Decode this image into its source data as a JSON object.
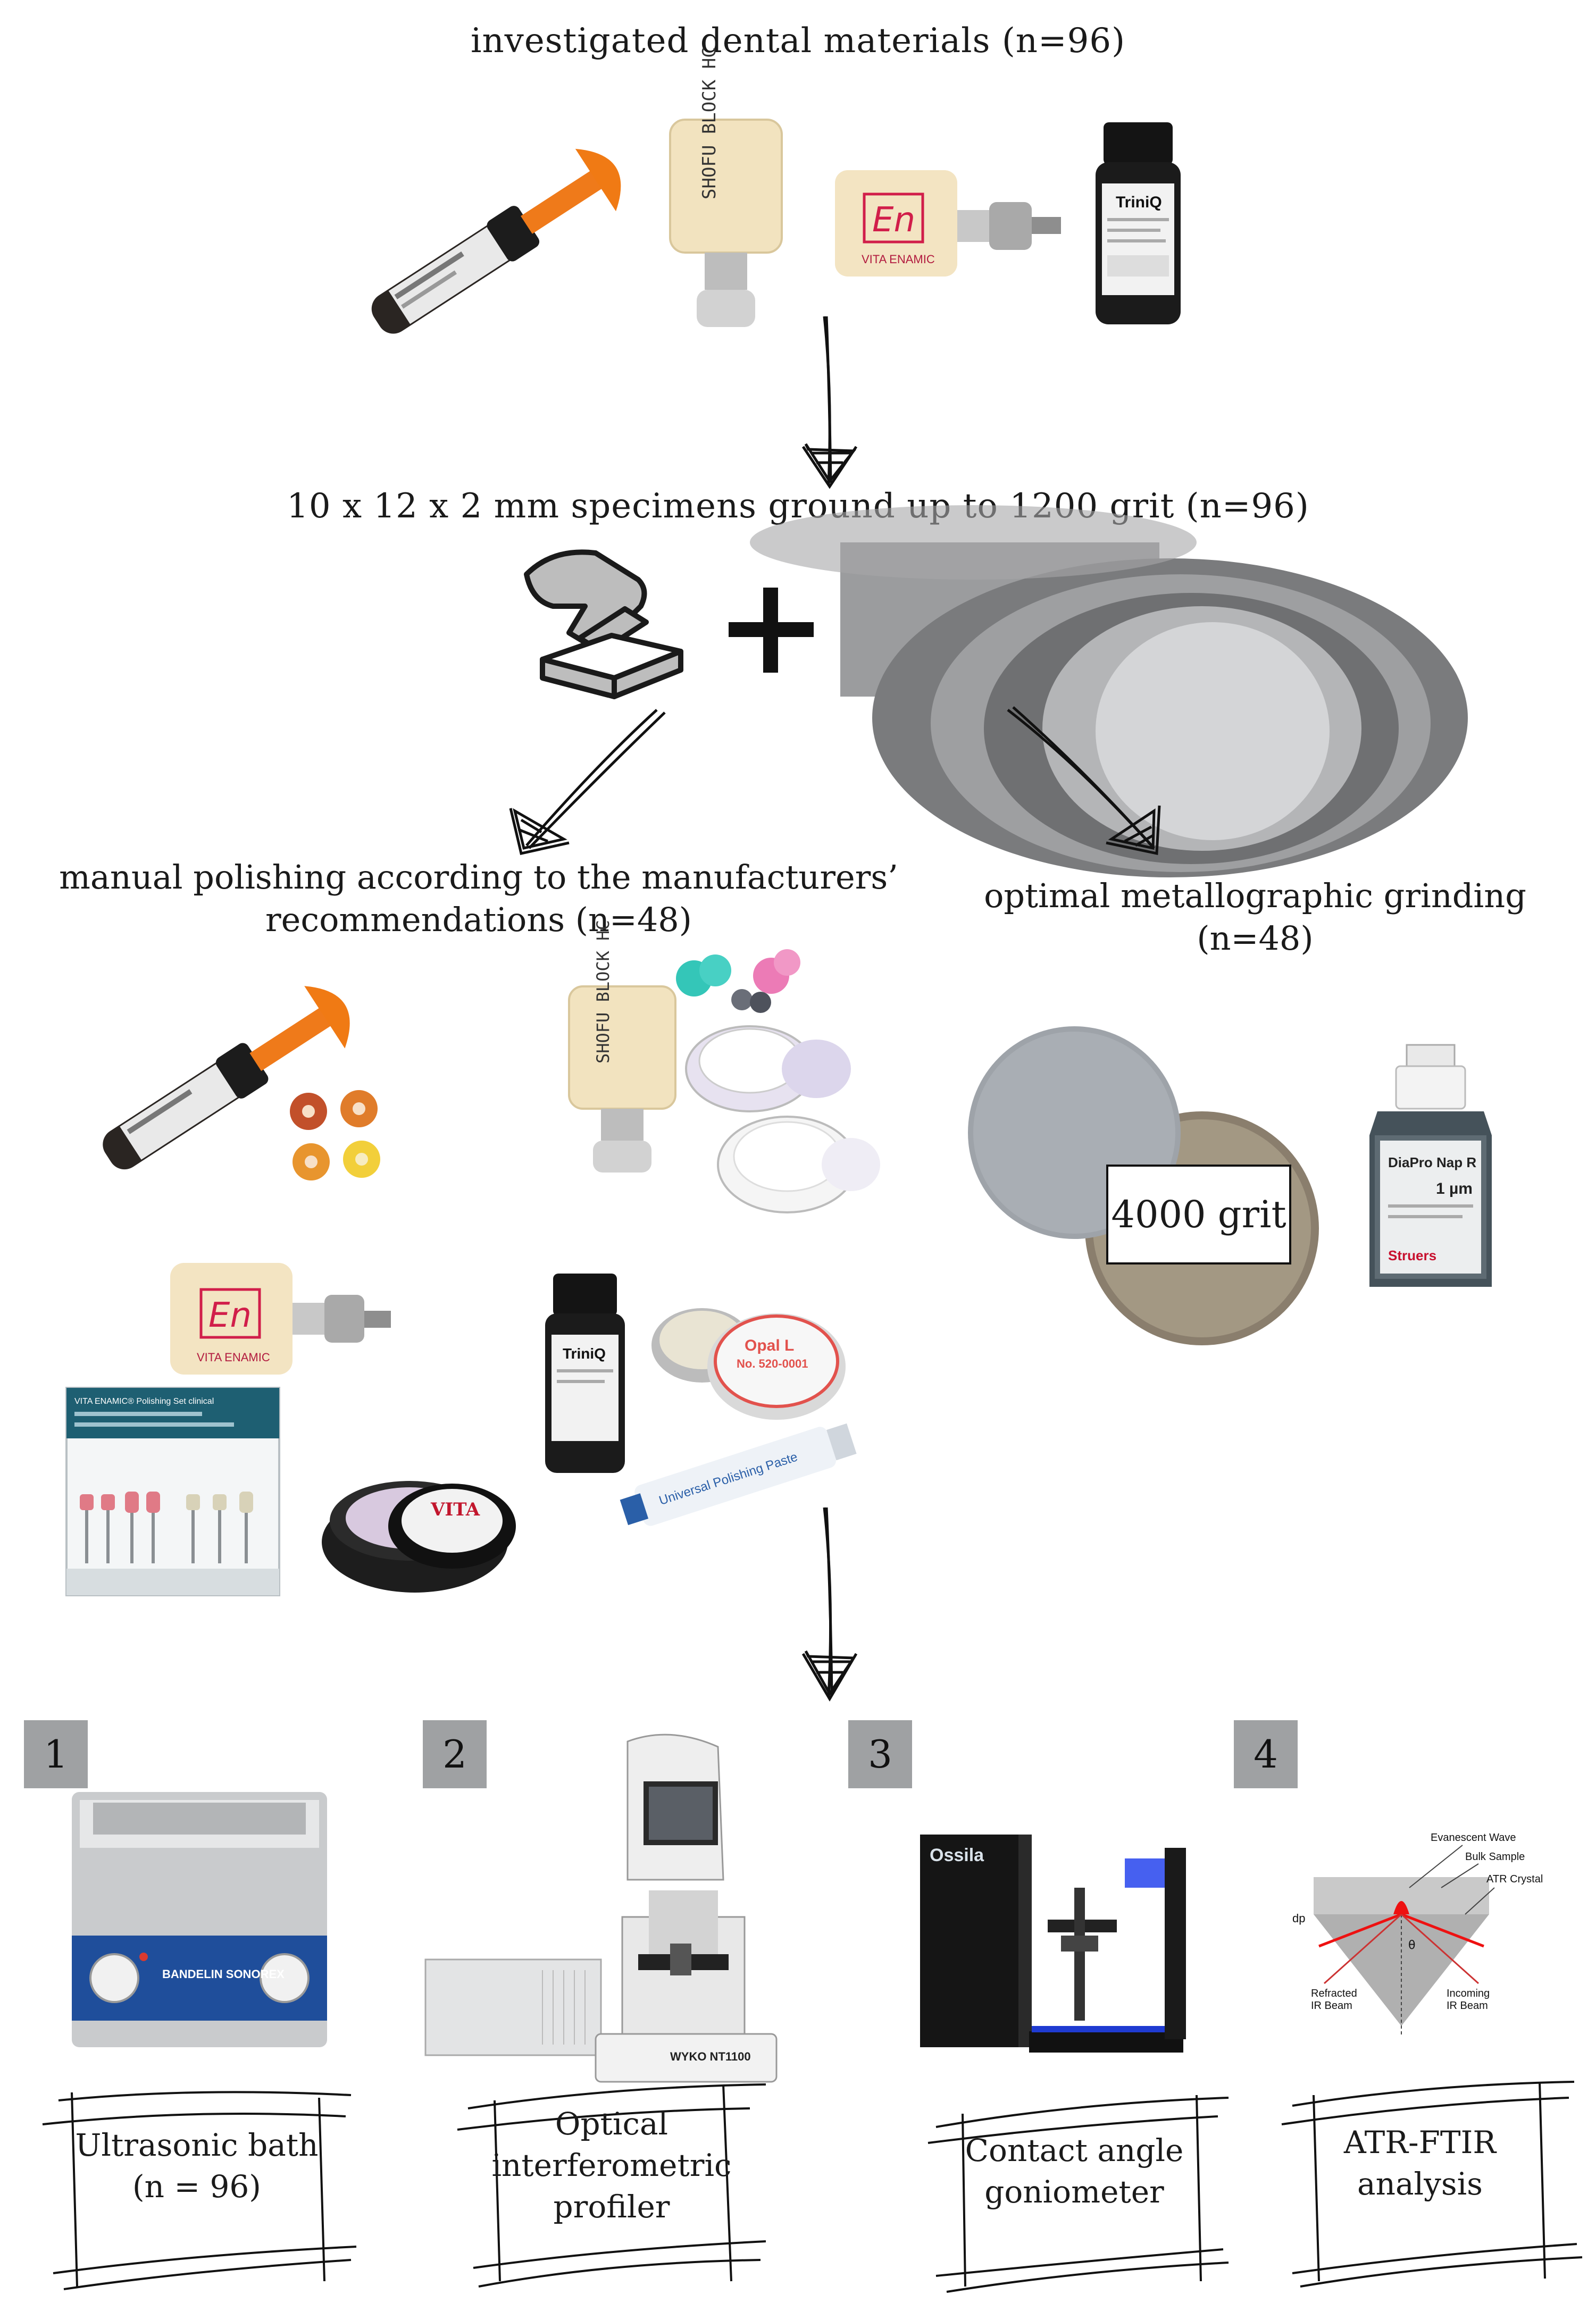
{
  "step1": {
    "title": "investigated dental materials (n=96)"
  },
  "step2": {
    "title": "10 x 12 x 2 mm specimens ground up to 1200 grit (n=96)"
  },
  "branches": {
    "left": {
      "line1": "manual polishing according to the manufacturers’",
      "line2": "recommendations (n=48)"
    },
    "right": {
      "title": "optimal metallographic grinding (n=48)"
    }
  },
  "grinding": {
    "grit_label": "4000 grit",
    "bottle_label": "DiaPro Nap R",
    "bottle_grade": "1 µm",
    "bottle_brand": "Struers"
  },
  "product_text": {
    "shofu": "SHOFU BLOCK HC",
    "enamic_logo": "En",
    "enamic_name": "VITA ENAMIC",
    "triniq": "TriniQ",
    "opal": "Opal L",
    "opal_no": "No. 520-0001",
    "paste": "Universal Polishing Paste",
    "vita_kit": "VITA ENAMIC® Polishing Set clinical",
    "vita_jar": "VITA",
    "ossila": "Ossila",
    "wyko": "WYKO NT1100",
    "sonorex": "BANDELIN SONOREX"
  },
  "methods": [
    {
      "number": "1",
      "line1": "Ultrasonic bath",
      "line2": "(n = 96)",
      "line3": ""
    },
    {
      "number": "2",
      "line1": "Optical",
      "line2": "interferometric",
      "line3": "profiler"
    },
    {
      "number": "3",
      "line1": "Contact angle",
      "line2": "goniometer",
      "line3": ""
    },
    {
      "number": "4",
      "line1": "ATR-FTIR",
      "line2": "analysis",
      "line3": ""
    }
  ],
  "atr_diagram": {
    "evanescent": "Evanescent Wave",
    "bulk": "Bulk Sample",
    "crystal": "ATR Crystal",
    "refracted1": "Refracted",
    "refracted2": "IR Beam",
    "incoming1": "Incoming",
    "incoming2": "IR Beam",
    "dp": "dp",
    "theta": "θ"
  }
}
